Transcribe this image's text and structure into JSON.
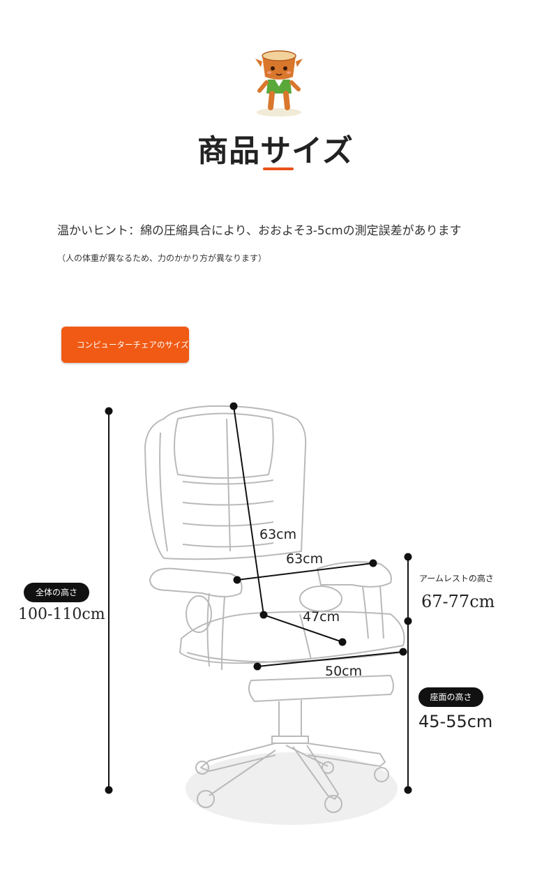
{
  "header": {
    "title": "商品サイズ",
    "accent_color": "#e8541c"
  },
  "hint": {
    "main": "温かいヒント：綿の圧縮具合により、おおよそ3-5cmの測定誤差があります",
    "sub": "（人の体重が異なるため、力のかかり方が異なります）"
  },
  "section_tag": {
    "label": "コンピューターチェアのサイズ",
    "color": "#f05a14"
  },
  "dimensions": {
    "total_height_label": "全体の高さ",
    "total_height_value": "100-110cm",
    "backrest_height": "63cm",
    "backrest_width": "63cm",
    "seat_depth": "47cm",
    "seat_width": "50cm",
    "armrest_height_label": "アームレストの高さ",
    "armrest_height_value": "67-77cm",
    "seat_height_label": "座面の高さ",
    "seat_height_value": "45-55cm"
  },
  "icons": {
    "mascot": "stump-mascot-icon"
  }
}
